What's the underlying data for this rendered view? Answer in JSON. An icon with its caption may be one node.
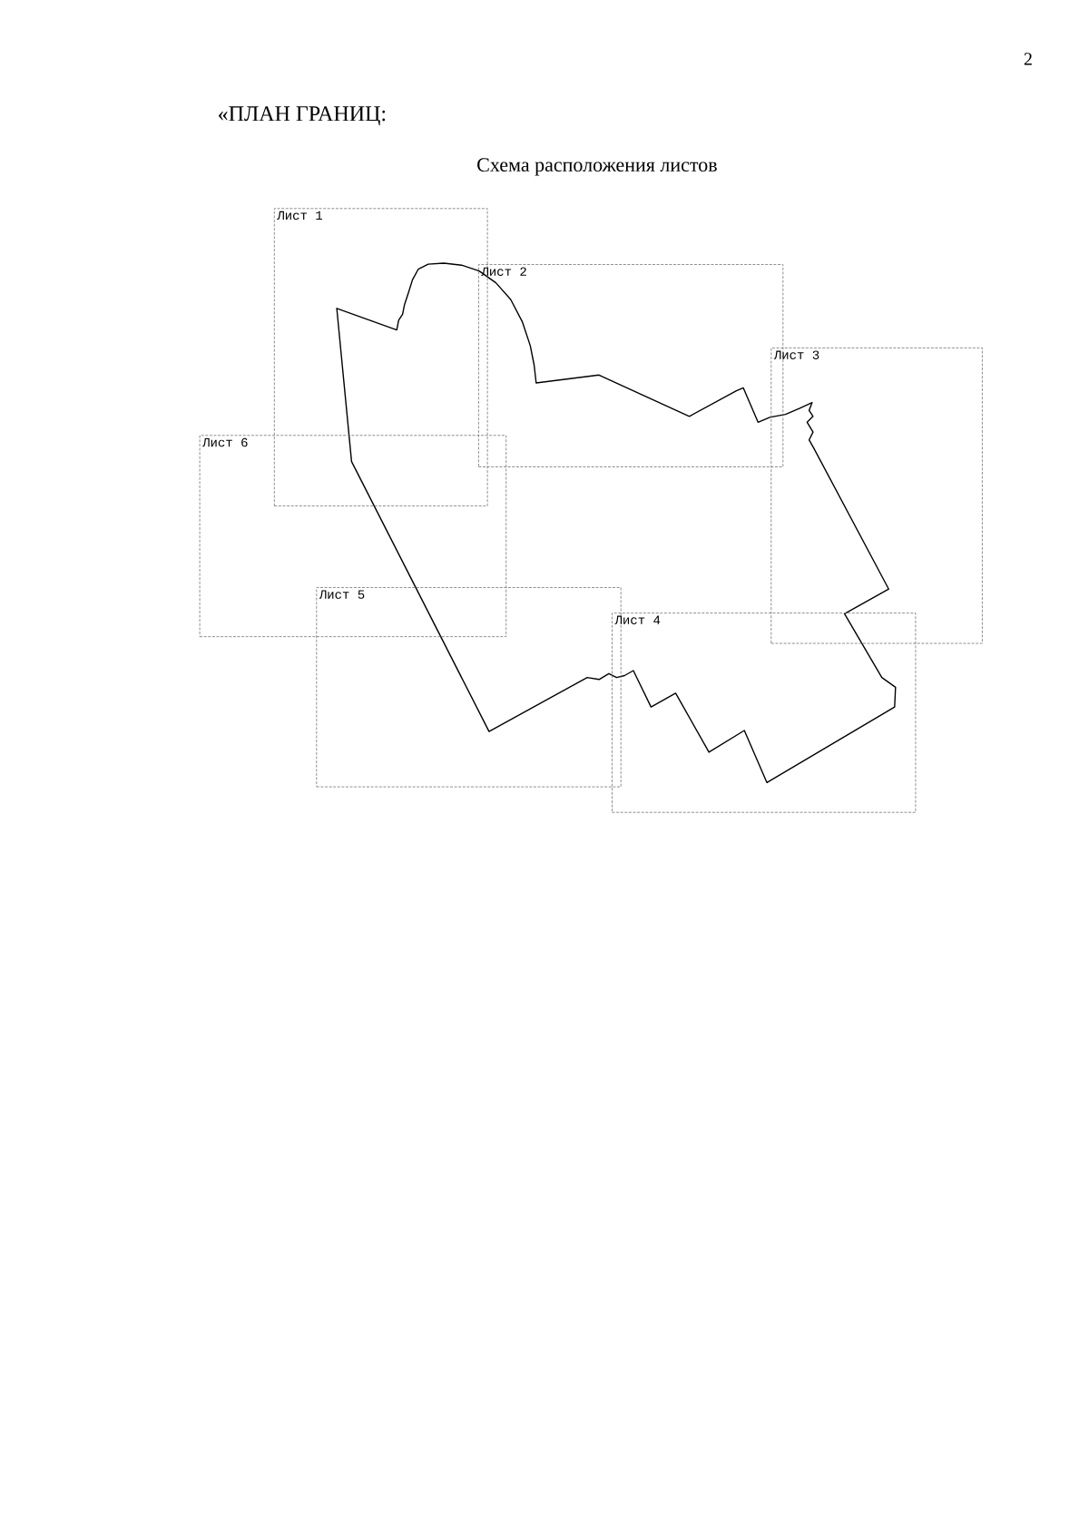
{
  "diagram": {
    "title": "Схема расположения листов",
    "nodes": [
      {
        "text": [
          "Лист 1"
        ]
      },
      {
        "text": [
          "Лист 2"
        ]
      },
      {
        "text": [
          "Лист 3"
        ]
      },
      {
        "text": [
          "Лист 6"
        ]
      },
      {
        "text": [
          "Лист 5"
        ]
      },
      {
        "text": [
          "Лист 4"
        ]
      }
    ],
    "labels": [
      "2",
      "«ПЛАН ГРАНИЦ:"
    ]
  }
}
